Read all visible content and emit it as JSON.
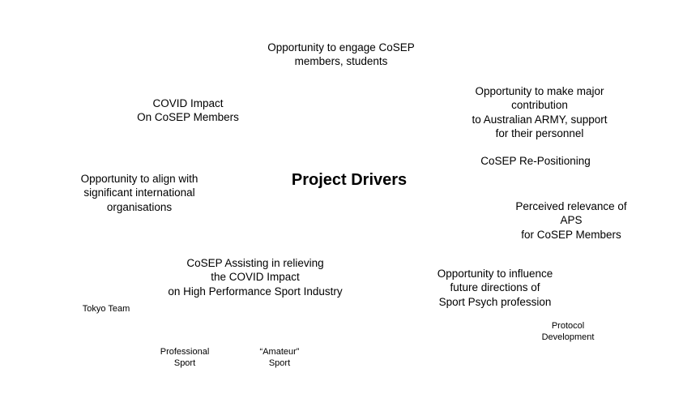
{
  "title": "Project Drivers",
  "nodes": [
    {
      "id": "engage-members",
      "text": "Opportunity to engage CoSEP\nmembers, students"
    },
    {
      "id": "army-contribution",
      "text": "Opportunity to make major contribution\nto Australian ARMY, support\nfor their personnel"
    },
    {
      "id": "covid-impact-members",
      "text": "COVID Impact\nOn CoSEP Members"
    },
    {
      "id": "cosep-repositioning",
      "text": "CoSEP Re-Positioning"
    },
    {
      "id": "align-international",
      "text": "Opportunity to align with\nsignificant international\norganisations"
    },
    {
      "id": "aps-relevance",
      "text": "Perceived relevance of APS\nfor CoSEP Members"
    },
    {
      "id": "covid-relief-industry",
      "text": "CoSEP Assisting in relieving\nthe COVID Impact\non High Performance Sport Industry"
    },
    {
      "id": "influence-directions",
      "text": "Opportunity to influence\nfuture directions of\nSport Psych profession"
    },
    {
      "id": "tokyo-team",
      "text": "Tokyo Team"
    },
    {
      "id": "protocol-development",
      "text": "Protocol\nDevelopment"
    },
    {
      "id": "professional-sport",
      "text": "Professional\nSport"
    },
    {
      "id": "amateur-sport",
      "text": "“Amateur”\nSport"
    }
  ]
}
